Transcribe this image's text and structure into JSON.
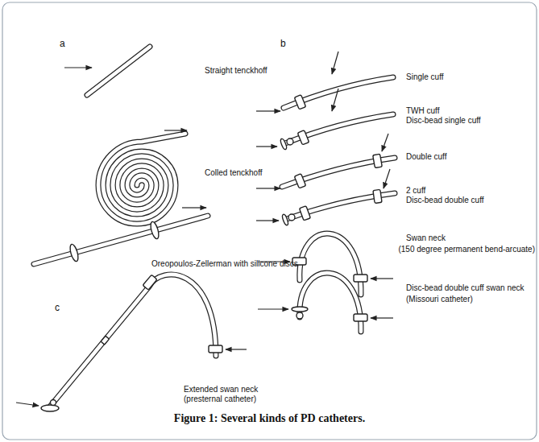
{
  "diagram": {
    "caption": "Figure 1: Several kinds of PD catheters.",
    "labels": [
      "a",
      "b",
      "c",
      "Straight tenckhoff",
      "Colled tenckhoff",
      "Oreopoulos-Zellerman with silicone discs",
      "Single cuff",
      "TWH cuff",
      "Disc-bead single cuff",
      "Double cuff",
      "2 cuff",
      "Disc-bead double cuff",
      "Swan neck",
      "(150 degree permanent bend-arcuate)",
      "Disc-bead double cuff swan neck",
      "(Missouri catheter)",
      "Extended swan neck",
      "(presternal catheter)"
    ]
  }
}
